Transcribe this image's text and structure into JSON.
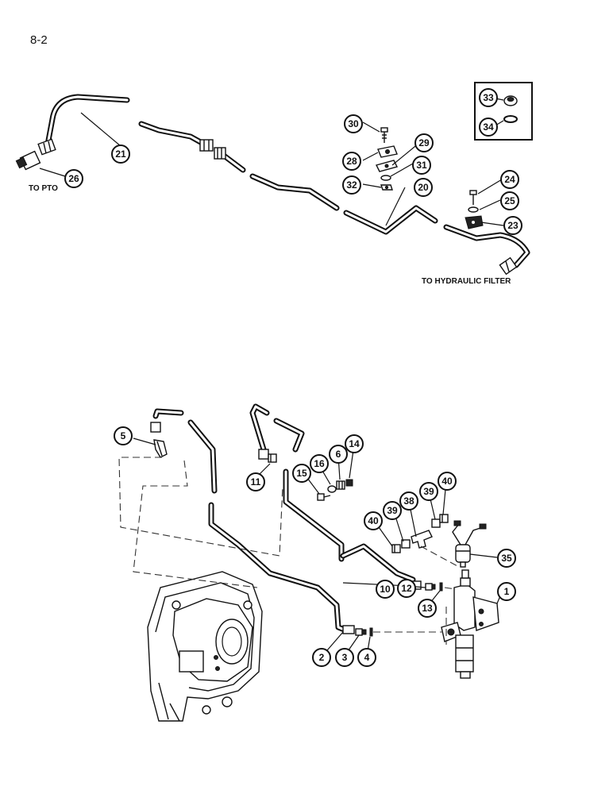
{
  "page_number": "8-2",
  "notes": {
    "to_pto": "TO PTO",
    "to_hydraulic_filter": "TO HYDRAULIC FILTER"
  },
  "callouts": {
    "c1": "1",
    "c2": "2",
    "c3": "3",
    "c4": "4",
    "c5": "5",
    "c6": "6",
    "c10": "10",
    "c11": "11",
    "c12": "12",
    "c13": "13",
    "c14": "14",
    "c15": "15",
    "c16": "16",
    "c20": "20",
    "c21": "21",
    "c23": "23",
    "c24": "24",
    "c25": "25",
    "c26": "26",
    "c28": "28",
    "c29": "29",
    "c30": "30",
    "c31": "31",
    "c32": "32",
    "c33": "33",
    "c34": "34",
    "c35": "35",
    "c38": "38",
    "c39a": "39",
    "c39b": "39",
    "c40a": "40",
    "c40b": "40"
  }
}
